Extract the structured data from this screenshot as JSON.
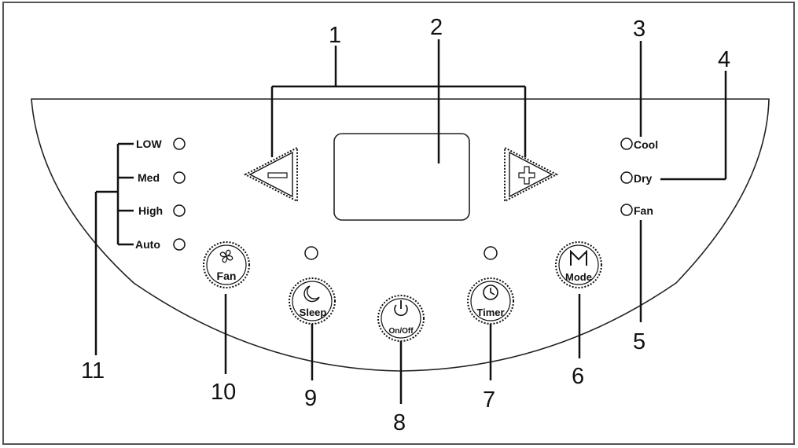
{
  "callouts": {
    "n1": "1",
    "n2": "2",
    "n3": "3",
    "n4": "4",
    "n5": "5",
    "n6": "6",
    "n7": "7",
    "n8": "8",
    "n9": "9",
    "n10": "10",
    "n11": "11"
  },
  "speed_leds": [
    "LOW",
    "Med",
    "High",
    "Auto"
  ],
  "mode_leds": [
    "Cool",
    "Dry",
    "Fan"
  ],
  "buttons": {
    "fan": "Fan",
    "sleep": "Sleep",
    "onoff": "On/Off",
    "timer": "Timer",
    "mode": "Mode"
  },
  "icons": {
    "fan": "fan-icon",
    "sleep": "moon-icon",
    "onoff": "power-icon",
    "timer": "clock-icon",
    "mode": "m-icon",
    "down": "minus-icon",
    "up": "plus-icon"
  },
  "colors": {
    "ink": "#111111",
    "background": "#ffffff",
    "button_fill": "#ffffff"
  }
}
